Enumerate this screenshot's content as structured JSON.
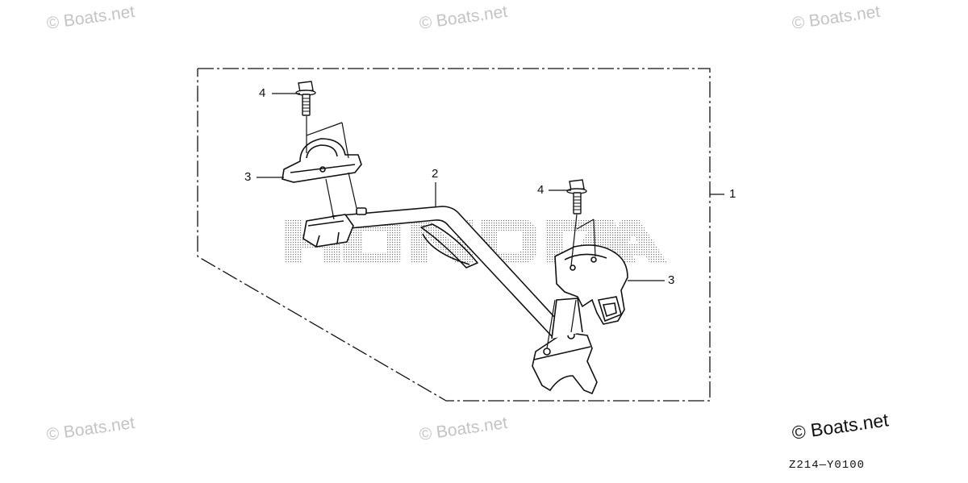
{
  "watermarks": [
    "© Boats.net",
    "© Boats.net",
    "© Boats.net",
    "© Boats.net",
    "© Boats.net"
  ],
  "callouts": {
    "kit": "1",
    "bar": "2",
    "clamp_left": "3",
    "clamp_right": "3",
    "bolt_left": "4",
    "bolt_right": "4"
  },
  "copyright": "© Boats.net",
  "diagram_code": "Z214—Y0100",
  "colors": {
    "line": "#111111",
    "watermark": "#c4c4c4",
    "background": "#ffffff"
  }
}
